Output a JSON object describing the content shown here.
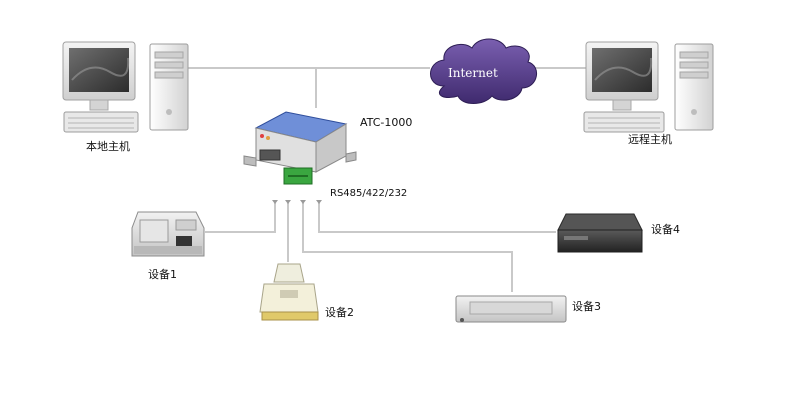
{
  "labels": {
    "local_host": "本地主机",
    "remote_host": "远程主机",
    "internet": "Internet",
    "device_model": "ATC-1000",
    "interfaces": "RS485/422/232",
    "device1": "设备1",
    "device2": "设备2",
    "device3": "设备3",
    "device4": "设备4"
  },
  "colors": {
    "line": "#c9c9c9",
    "cloud": "#5a3f8c",
    "converter_blue": "#3f63b8",
    "terminal_green": "#3aa640",
    "device_dark": "#3a3a3a"
  },
  "icons": [
    "desktop-computer-icon",
    "cloud-icon",
    "serial-converter-icon",
    "card-reader-icon",
    "printer-icon",
    "dvr-icon"
  ]
}
